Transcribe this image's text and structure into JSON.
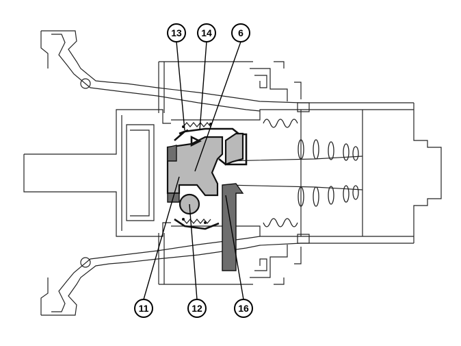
{
  "callouts": [
    {
      "id": "13",
      "label": "13"
    },
    {
      "id": "14",
      "label": "14"
    },
    {
      "id": "6",
      "label": "6"
    },
    {
      "id": "11",
      "label": "11"
    },
    {
      "id": "12",
      "label": "12"
    },
    {
      "id": "16",
      "label": "16"
    }
  ]
}
